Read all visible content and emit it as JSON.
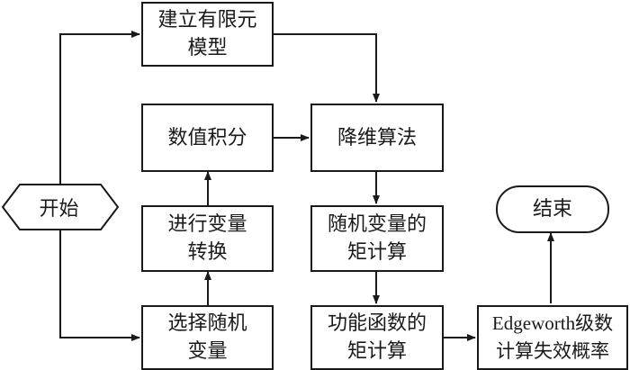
{
  "nodes": {
    "start": "开始",
    "build_model_1": "建立有限元",
    "build_model_2": "模型",
    "numeric_integration": "数值积分",
    "variable_transform_1": "进行变量",
    "variable_transform_2": "转换",
    "select_variables_1": "选择随机",
    "select_variables_2": "变量",
    "dimension_reduction": "降维算法",
    "random_moments_1": "随机变量的",
    "random_moments_2": "矩计算",
    "function_moments_1": "功能函数的",
    "function_moments_2": "矩计算",
    "edgeworth_1": "Edgeworth级数",
    "edgeworth_2": "计算失效概率",
    "end": "结束"
  }
}
